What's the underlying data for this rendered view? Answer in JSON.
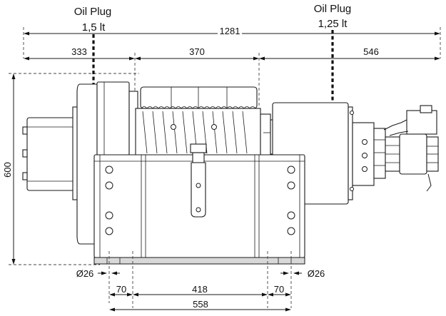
{
  "labels": {
    "oil_plug_left_title": "Oil Plug",
    "oil_plug_left_volume": "1,5 lt",
    "oil_plug_right_title": "Oil Plug",
    "oil_plug_right_volume": "1,25 lt"
  },
  "dimensions": {
    "overall_length": "1281",
    "left_section": "333",
    "drum_section": "370",
    "right_section": "546",
    "height": "600",
    "hole_dia_left": "Ø26",
    "hole_dia_right": "Ø26",
    "foot_left_offset": "70",
    "foot_center_span": "418",
    "foot_right_offset": "70",
    "base_length": "558"
  }
}
